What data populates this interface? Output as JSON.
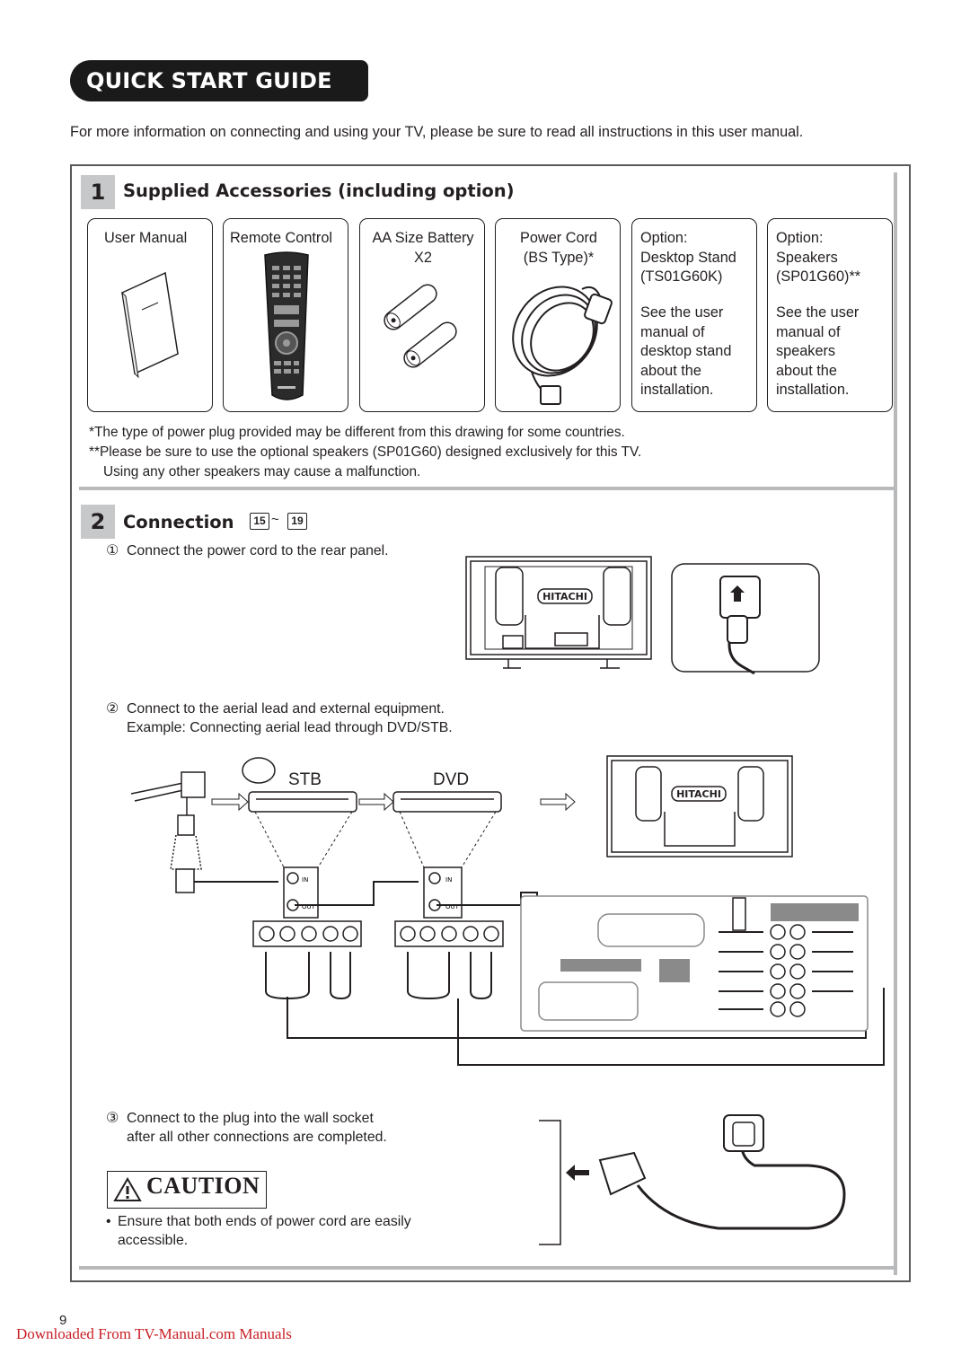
{
  "header": {
    "title": "QUICK START GUIDE",
    "intro": "For more information on connecting and using your TV, please be sure to read all instructions in this user manual."
  },
  "section1": {
    "number": "1",
    "title": "Supplied Accessories (including option)",
    "items": [
      {
        "label": "User Manual",
        "extra": ""
      },
      {
        "label": "Remote Control",
        "extra": ""
      },
      {
        "label": "AA Size Battery\nX2",
        "extra": ""
      },
      {
        "label": "Power Cord\n(BS Type)*",
        "extra": ""
      },
      {
        "label": "Option:\nDesktop Stand\n(TS01G60K)",
        "extra": "See the user\nmanual of\ndesktop stand\nabout the\ninstallation."
      },
      {
        "label": "Option:\nSpeakers\n(SP01G60)**",
        "extra": "See the user\nmanual of\nspeakers\nabout the\ninstallation."
      }
    ],
    "notes": [
      "*The type of power plug provided may be different from this drawing for some countries.",
      "**Please be sure to use the optional speakers (SP01G60) designed exclusively for this TV.",
      "Using any other speakers may cause a malfunction."
    ]
  },
  "section2": {
    "number": "2",
    "title": "Connection",
    "page_ref_start": "15",
    "page_ref_sep": "~",
    "page_ref_end": "19",
    "step1_marker": "①",
    "step1": "Connect the power cord to the rear panel.",
    "step2_marker": "②",
    "step2_line1": "Connect to the aerial lead and external equipment.",
    "step2_line2": "Example: Connecting aerial lead through DVD/STB.",
    "stb_label": "STB",
    "dvd_label": "DVD",
    "in_label": "IN",
    "out_label": "OUT",
    "brand": "HITACHI",
    "step3_marker": "③",
    "step3_line1": "Connect to the plug into the wall socket",
    "step3_line2": "after all other connections are completed."
  },
  "caution": {
    "title": "CAUTION",
    "bullet": "•",
    "text_line1": "Ensure that both ends of power cord are easily",
    "text_line2": "accessible."
  },
  "footer": {
    "page_number": "9",
    "link": "Downloaded From TV-Manual.com Manuals"
  }
}
